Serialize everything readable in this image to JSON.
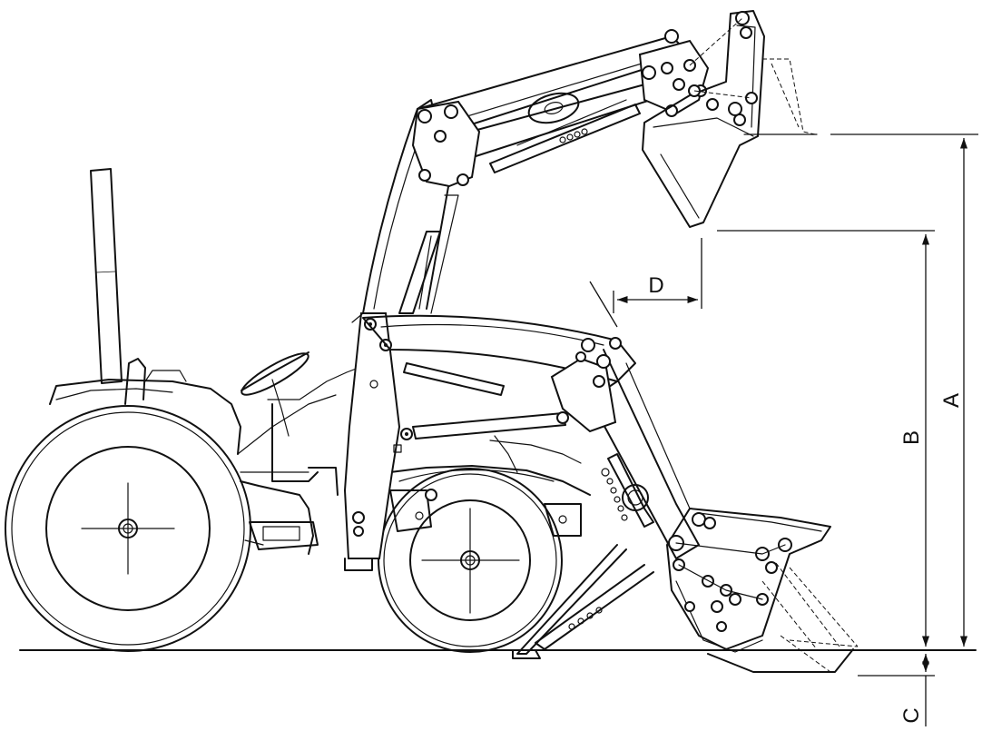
{
  "dimensions": {
    "A": {
      "label": "A"
    },
    "B": {
      "label": "B"
    },
    "C": {
      "label": "C"
    },
    "D": {
      "label": "D"
    }
  }
}
